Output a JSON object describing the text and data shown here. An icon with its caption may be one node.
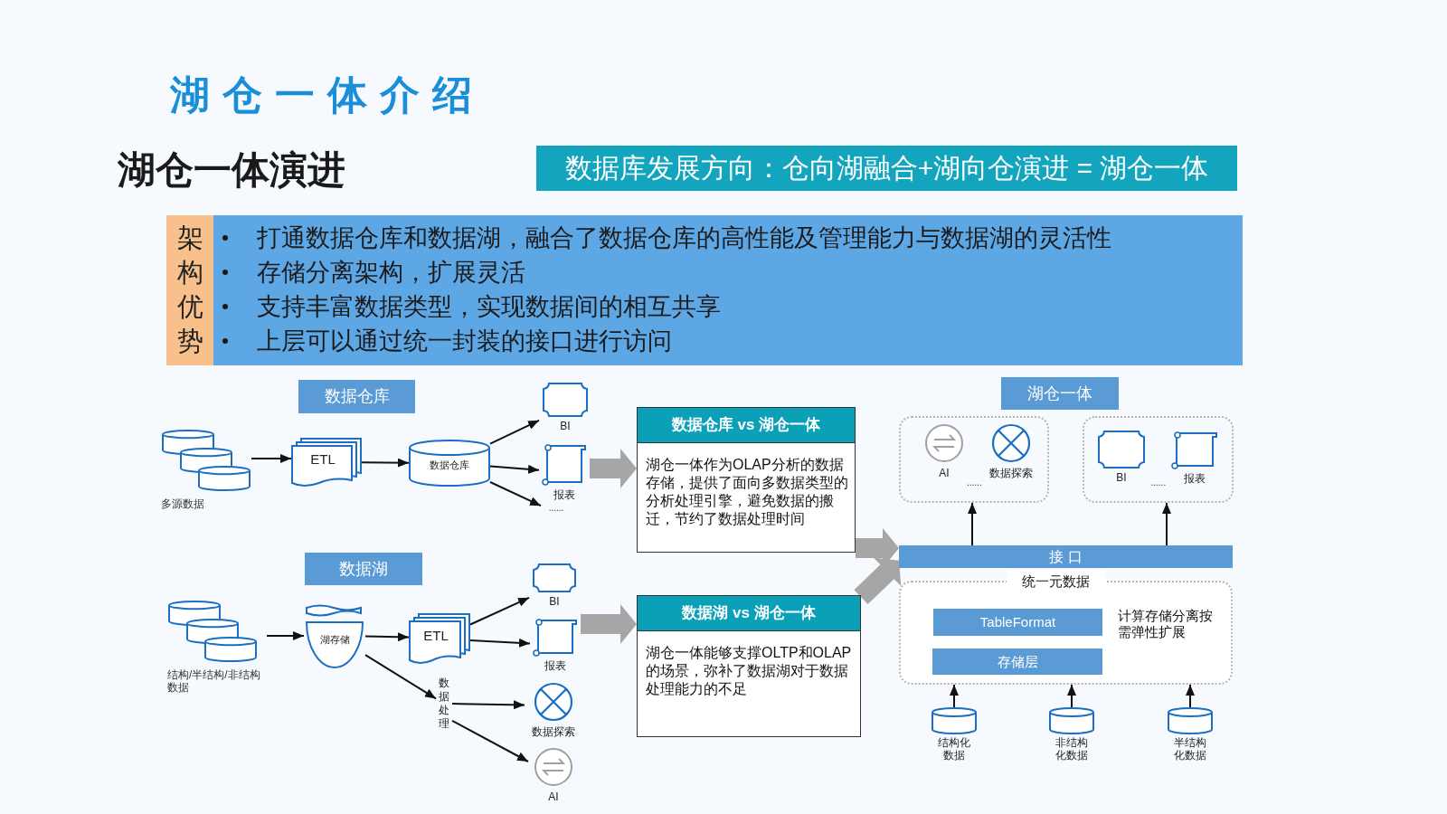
{
  "diagram": {
    "title": "湖仓一体介绍",
    "nodes": [
      {
        "text": [
          "数据库发展方向：仓向湖融合+湖向仓演进 = 湖仓一体"
        ]
      },
      {
        "text": [
          "架构优势",
          "打通数据仓库和数据湖，融合了数据仓库的高性能及管理能力与数据湖的灵活性",
          "存储分离架构，扩展灵活",
          "支持丰富数据类型，实现数据间的相互共享",
          "上层可以通过统一封装的接口进行访问"
        ]
      },
      {
        "text": [
          "数据仓库"
        ]
      },
      {
        "text": [
          "多源数据"
        ]
      },
      {
        "text": [
          "ETL"
        ]
      },
      {
        "text": [
          "数据仓库"
        ]
      },
      {
        "text": [
          "BI"
        ]
      },
      {
        "text": [
          "报表"
        ]
      },
      {
        "text": [
          "数据湖"
        ]
      },
      {
        "text": [
          "结构/半结构/非结构数据"
        ]
      },
      {
        "text": [
          "湖存储"
        ]
      },
      {
        "text": [
          "ETL"
        ]
      },
      {
        "text": [
          "数据处理"
        ]
      },
      {
        "text": [
          "BI"
        ]
      },
      {
        "text": [
          "报表"
        ]
      },
      {
        "text": [
          "数据探索"
        ]
      },
      {
        "text": [
          "AI"
        ]
      },
      {
        "text": [
          "数据仓库 vs 湖仓一体",
          "湖仓一体作为OLAP分析的数据存储，提供了面向多数据类型的分析处理引擎，避免数据的搬迁，节约了数据处理时间"
        ]
      },
      {
        "text": [
          "数据湖 vs 湖仓一体",
          "湖仓一体能够支撑OLTP和OLAP的场景，弥补了数据湖对于数据处理能力的不足"
        ]
      },
      {
        "text": [
          "湖仓一体"
        ]
      },
      {
        "text": [
          "......"
        ]
      },
      {
        "text": [
          "AI"
        ],
        "in": 20
      },
      {
        "text": [
          "数据探索"
        ],
        "in": 20
      },
      {
        "text": [
          "......"
        ]
      },
      {
        "text": [
          "BI"
        ],
        "in": 23
      },
      {
        "text": [
          "报表"
        ],
        "in": 23
      },
      {
        "text": [
          "接 口"
        ]
      },
      {
        "text": [
          "统一元数据",
          "计算存储分离按需弹性扩展"
        ]
      },
      {
        "text": [
          "TableFormat"
        ],
        "in": 27
      },
      {
        "text": [
          "存储层"
        ],
        "in": 27
      },
      {
        "text": [
          "结构化数据"
        ]
      },
      {
        "text": [
          "非结构化数据"
        ]
      },
      {
        "text": [
          "半结构化数据"
        ]
      },
      {
        "text": [
          "......"
        ]
      }
    ],
    "edges": [
      {
        "from": 3,
        "to": 4,
        "arrow": "to"
      },
      {
        "from": 4,
        "to": 5,
        "arrow": "to"
      },
      {
        "from": 5,
        "to": 6,
        "arrow": "to"
      },
      {
        "from": 5,
        "to": 7,
        "arrow": "to"
      },
      {
        "from": 5,
        "to": 33,
        "arrow": "to"
      },
      {
        "from": 7,
        "to": 17,
        "arrow": "to",
        "style": "thick",
        "color": "#a6a6a6"
      },
      {
        "from": 9,
        "to": 10,
        "arrow": "to"
      },
      {
        "from": 10,
        "to": 11,
        "arrow": "to"
      },
      {
        "from": 10,
        "to": 12,
        "arrow": "to"
      },
      {
        "from": 11,
        "to": 13,
        "arrow": "to"
      },
      {
        "from": 11,
        "to": 14,
        "arrow": "to"
      },
      {
        "from": 12,
        "to": 15,
        "arrow": "to"
      },
      {
        "from": 12,
        "to": 16,
        "arrow": "to"
      },
      {
        "from": 14,
        "to": 18,
        "arrow": "to",
        "style": "thick",
        "color": "#a6a6a6"
      },
      {
        "from": 17,
        "to": 26,
        "arrow": "to",
        "style": "thick",
        "color": "#a6a6a6"
      },
      {
        "from": 18,
        "to": 26,
        "arrow": "to",
        "style": "thick",
        "color": "#a6a6a6"
      },
      {
        "from": 26,
        "to": 20,
        "arrow": "to"
      },
      {
        "from": 26,
        "to": 23,
        "arrow": "to"
      },
      {
        "from": 30,
        "to": 27,
        "arrow": "to"
      },
      {
        "from": 31,
        "to": 27,
        "arrow": "to"
      },
      {
        "from": 32,
        "to": 27,
        "arrow": "to"
      }
    ],
    "labels": [
      "湖仓一体演进"
    ]
  }
}
